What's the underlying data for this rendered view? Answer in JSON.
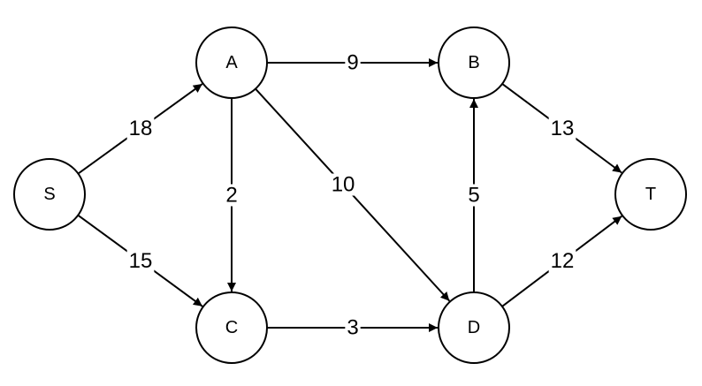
{
  "graph": {
    "nodes": [
      {
        "id": "S",
        "label": "S"
      },
      {
        "id": "A",
        "label": "A"
      },
      {
        "id": "B",
        "label": "B"
      },
      {
        "id": "C",
        "label": "C"
      },
      {
        "id": "D",
        "label": "D"
      },
      {
        "id": "T",
        "label": "T"
      }
    ],
    "edges": [
      {
        "from": "S",
        "to": "A",
        "capacity": "18"
      },
      {
        "from": "S",
        "to": "C",
        "capacity": "15"
      },
      {
        "from": "A",
        "to": "B",
        "capacity": "9"
      },
      {
        "from": "A",
        "to": "C",
        "capacity": "2"
      },
      {
        "from": "A",
        "to": "D",
        "capacity": "10"
      },
      {
        "from": "C",
        "to": "D",
        "capacity": "3"
      },
      {
        "from": "D",
        "to": "B",
        "capacity": "5"
      },
      {
        "from": "B",
        "to": "T",
        "capacity": "13"
      },
      {
        "from": "D",
        "to": "T",
        "capacity": "12"
      }
    ]
  }
}
